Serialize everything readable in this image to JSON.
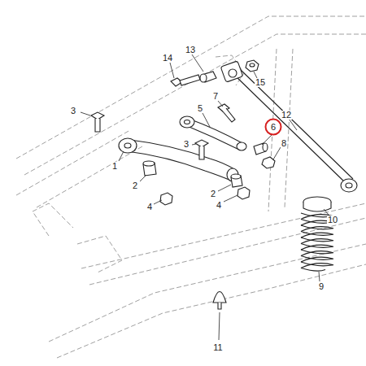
{
  "diagram": {
    "nodes": [
      {
        "text": [
          "6"
        ]
      }
    ],
    "labels": [
      "13",
      "14",
      "15",
      "3",
      "12",
      "7",
      "5",
      "8",
      "1",
      "3",
      "2",
      "4",
      "2",
      "4",
      "10",
      "9",
      "11"
    ]
  }
}
